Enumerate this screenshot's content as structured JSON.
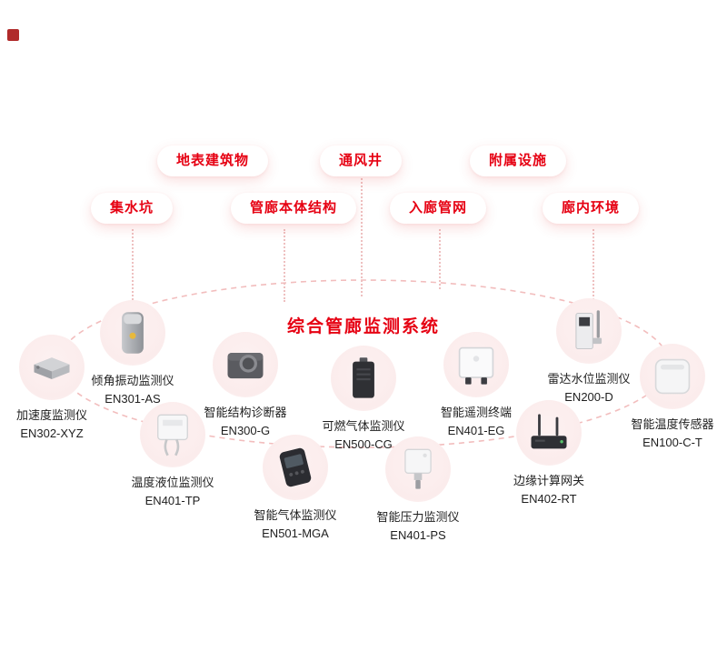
{
  "title": "综合管廊监测系统",
  "colors": {
    "accent": "#e60012",
    "ellipse_stroke": "#f2bdbd",
    "dotline": "#eec0c0",
    "text": "#1f1f1f"
  },
  "pills": [
    {
      "label": "地表建筑物"
    },
    {
      "label": "通风井"
    },
    {
      "label": "附属设施"
    },
    {
      "label": "集水坑"
    },
    {
      "label": "管廊本体结构"
    },
    {
      "label": "入廊管网"
    },
    {
      "label": "廊内环境"
    }
  ],
  "devices": [
    {
      "name": "加速度监测仪",
      "model": "EN302-XYZ",
      "icon": "accelerometer-icon"
    },
    {
      "name": "倾角振动监测仪",
      "model": "EN301-AS",
      "icon": "tilt-vibration-monitor-icon"
    },
    {
      "name": "智能结构诊断器",
      "model": "EN300-G",
      "icon": "structure-diagnostics-icon"
    },
    {
      "name": "可燃气体监测仪",
      "model": "EN500-CG",
      "icon": "combustible-gas-monitor-icon"
    },
    {
      "name": "智能遥测终端",
      "model": "EN401-EG",
      "icon": "telemetry-terminal-icon"
    },
    {
      "name": "雷达水位监测仪",
      "model": "EN200-D",
      "icon": "radar-water-level-icon"
    },
    {
      "name": "智能温度传感器",
      "model": "EN100-C-T",
      "icon": "temperature-sensor-icon"
    },
    {
      "name": "温度液位监测仪",
      "model": "EN401-TP",
      "icon": "temperature-liquid-level-icon"
    },
    {
      "name": "智能气体监测仪",
      "model": "EN501-MGA",
      "icon": "smart-gas-monitor-icon"
    },
    {
      "name": "智能压力监测仪",
      "model": "EN401-PS",
      "icon": "pressure-monitor-icon"
    },
    {
      "name": "边缘计算网关",
      "model": "EN402-RT",
      "icon": "edge-computing-gateway-icon"
    }
  ]
}
